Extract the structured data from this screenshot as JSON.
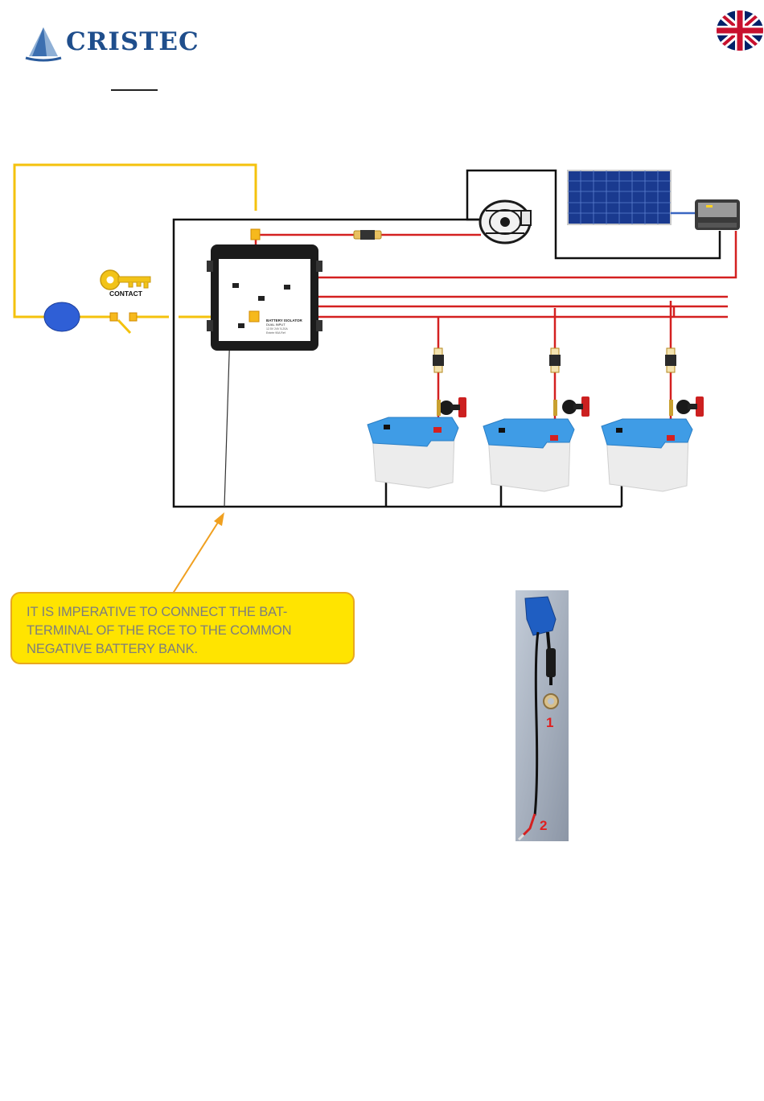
{
  "header": {
    "logo_text": "CRISTEC",
    "logo_icon": "sailboat-triangle-icon",
    "flag_icon": "uk-flag-icon"
  },
  "diagram": {
    "contact_label": "CONTACT",
    "isolator_label_1": "BATTERY ISOLATOR",
    "isolator_label_2": "DUAL INPUT",
    "isolator_label_3": "12.5V  24V  5-20A",
    "isolator_label_4": "Entrée 90A  Ref",
    "components": [
      "ignition-key-icon",
      "starter-motor",
      "isolator",
      "alternator",
      "solar-panel",
      "solar-regulator",
      "fuse",
      "battery",
      "battery-switch"
    ],
    "colors": {
      "positive": "#d42020",
      "negative": "#111111",
      "ignition": "#f4c20d",
      "connector": "#f6b91d"
    }
  },
  "callout": {
    "text": "IT IS IMPERATIVE TO CONNECT THE BAT- TERMINAL OF THE RCE TO THE COMMON NEGATIVE BATTERY BANK."
  },
  "photo": {
    "label_1": "1",
    "label_2": "2"
  }
}
